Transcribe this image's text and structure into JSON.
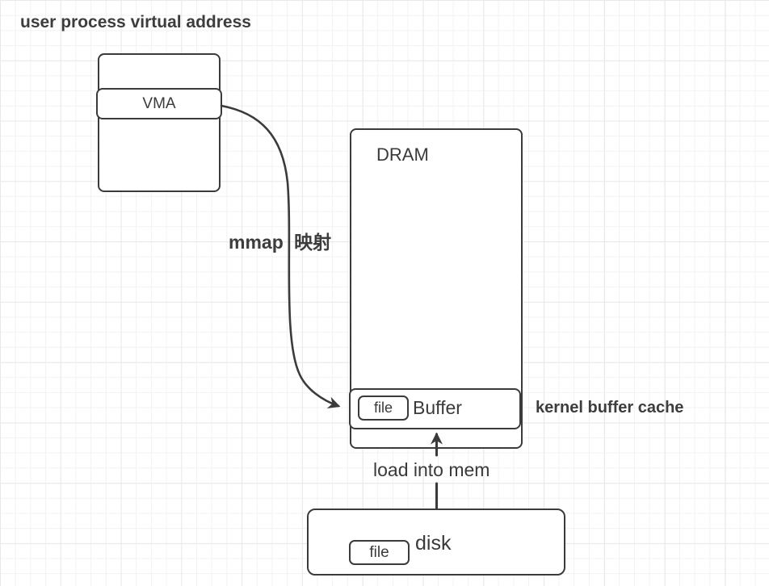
{
  "title": "user process virtual address",
  "colors": {
    "stroke": "#3b3b3b",
    "text": "#3a3a3a",
    "background": "#ffffff",
    "grid_minor": "#f2f2f5",
    "grid_major": "#e9e9ed"
  },
  "vma_stack": {
    "middle_label": "VMA"
  },
  "dram": {
    "label": "DRAM",
    "buffer": {
      "file_label": "file",
      "label": "Buffer"
    }
  },
  "disk": {
    "file_label": "file",
    "label": "disk"
  },
  "annotations": {
    "mmap": "mmap 映射",
    "kernel_buffer_cache": "kernel buffer cache",
    "load_into_mem": "load into mem"
  }
}
